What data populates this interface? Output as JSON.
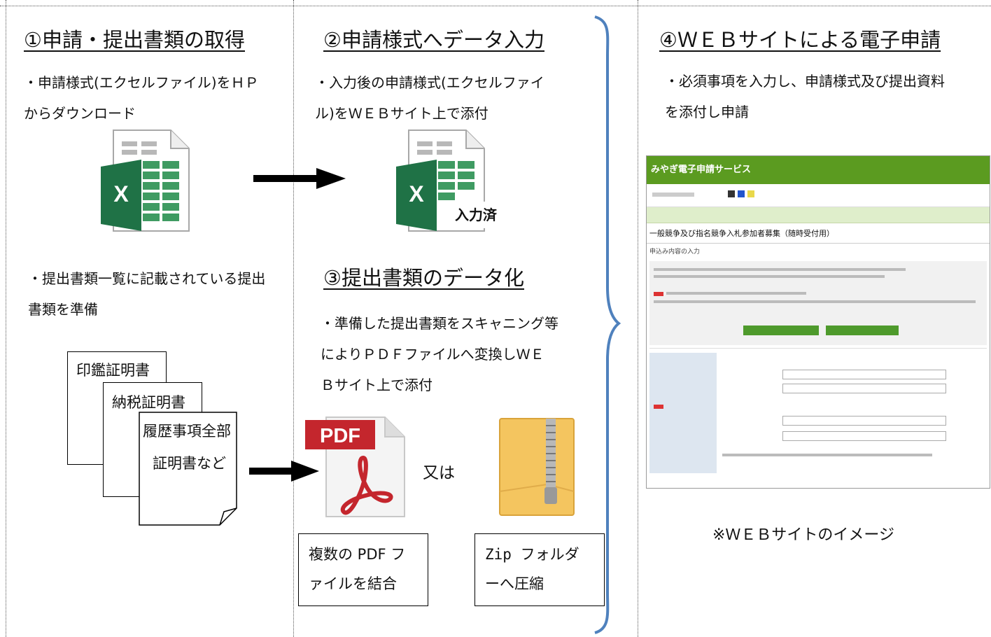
{
  "sections": {
    "s1": {
      "title": "①申請・提出書類の取得",
      "desc1_line1": "・申請様式(エクセルファイル)をＨＰ",
      "desc1_line2": "からダウンロード",
      "desc2_line1": "・提出書類一覧に記載されている提出",
      "desc2_line2": "書類を準備",
      "documents": [
        "印鑑証明書",
        "納税証明書",
        "履歴事項全部",
        "証明書など"
      ]
    },
    "s2": {
      "title": "②申請様式へデータ入力",
      "desc_line1": "・入力後の申請様式(エクセルファイ",
      "desc_line2": "ル)をＷＥＢサイト上で添付",
      "stamp": "入力済"
    },
    "s3": {
      "title": "③提出書類のデータ化",
      "desc_line1": "・準備した提出書類をスキャニング等",
      "desc_line2": "によりＰＤＦファイルへ変換しＷＥ",
      "desc_line3": "Ｂサイト上で添付",
      "or": "又は",
      "pdf_label": "PDF",
      "box1_line1": "複数の PDF フ",
      "box1_line2": "ァイルを結合",
      "box2_line1": "Zip フォルダ",
      "box2_line2": "ーへ圧縮"
    },
    "s4": {
      "title": "④ＷＥＢサイトによる電子申請",
      "desc_line1": "・必須事項を入力し、申請様式及び提出資料",
      "desc_line2": "を添付し申請",
      "screenshot_header": "みやぎ電子申請サービス",
      "screenshot_form_title": "一般競争及び指名競争入札参加者募集（随時受付用）",
      "screenshot_subtitle": "申込み内容の入力",
      "caption": "※ＷＥＢサイトのイメージ"
    }
  },
  "colors": {
    "excel_green": "#1f7246",
    "pdf_red": "#c4262d",
    "web_green": "#5b9b20",
    "brace_blue": "#4f81bd",
    "folder": "#f4c55f"
  },
  "icons": [
    "excel-icon",
    "excel-icon",
    "pdf-icon",
    "zip-folder-icon"
  ]
}
